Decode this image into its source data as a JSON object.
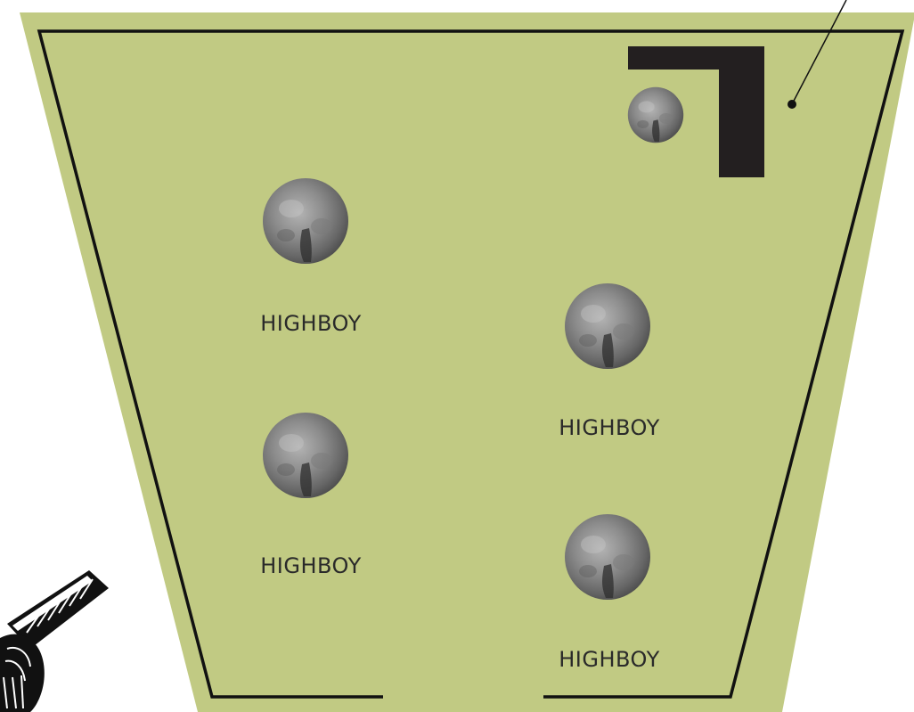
{
  "colors": {
    "fairway": "#c1ca83",
    "outline": "#111111",
    "flag": "#231f20",
    "hole_dark": "#444444",
    "hole_light": "#9a9a9a"
  },
  "holes": [
    {
      "label": "HIGHBOY"
    },
    {
      "label": "HIGHBOY"
    },
    {
      "label": "HIGHBOY"
    },
    {
      "label": "HIGHBOY"
    }
  ],
  "icons": {
    "corner_marker": "corner-bracket-icon",
    "callout": "callout-pointer-icon",
    "decoration": "cannon-sketch-icon"
  }
}
